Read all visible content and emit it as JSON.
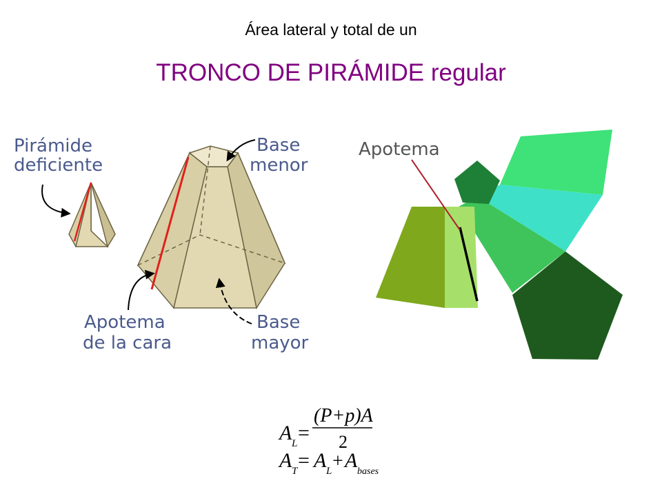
{
  "header": {
    "subtitle": "Área lateral y total de un",
    "title": "TRONCO DE PIRÁMIDE regular"
  },
  "labels": {
    "piramide_line1": "Pirámide",
    "piramide_line2": "deficiente",
    "base_menor_line1": "Base",
    "base_menor_line2": "menor",
    "apotema_cara_line1": "Apotema",
    "apotema_cara_line2": "de la cara",
    "base_mayor_line1": "Base",
    "base_mayor_line2": "mayor",
    "apotema": "Apotema"
  },
  "formula": {
    "A": "A",
    "L": "L",
    "T": "T",
    "eq": "=",
    "numerator": "(P+p)A",
    "denominator": "2",
    "plus": "+",
    "bases": "bases"
  },
  "colors": {
    "title": "#800080",
    "label": "#4a5a8c",
    "solid_face": "#d8cfa6",
    "apothem_red": "#e0201c",
    "net_dark_green": "#1e5a1e",
    "net_mid_green": "#3ec45a",
    "net_teal": "#3fe0c8",
    "net_olive": "#7fa81c",
    "net_light_green": "#a6e06a",
    "net_pentagon_small": "#1e7f36"
  }
}
